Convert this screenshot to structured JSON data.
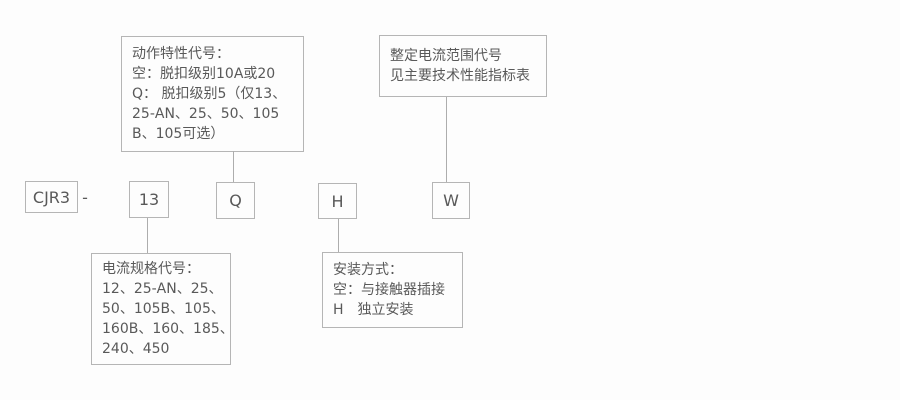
{
  "diagram": {
    "title_semantic": "CJR3 model designation diagram",
    "model_prefix": "CJR3",
    "separator": "-",
    "code_boxes": [
      {
        "id": "current-spec-code",
        "label": "13"
      },
      {
        "id": "action-char-code",
        "label": "Q"
      },
      {
        "id": "mounting-code",
        "label": "H"
      },
      {
        "id": "current-range-code",
        "label": "W"
      }
    ],
    "callouts": {
      "action_characteristic": {
        "lines": [
          "动作特性代号：",
          "空：脱扣级别10A或20",
          "Q： 脱扣级别5（仅13、",
          "25-AN、25、50、105",
          "B、105可选）"
        ]
      },
      "current_range": {
        "lines": [
          "整定电流范围代号",
          "见主要技术性能指标表"
        ]
      },
      "current_spec": {
        "lines": [
          "电流规格代号：",
          "12、25-AN、25、",
          "50、105B、105、",
          "160B、160、185、",
          "240、450"
        ]
      },
      "mounting": {
        "lines": [
          "安装方式：",
          "空：与接触器插接",
          "H　独立安装"
        ]
      }
    },
    "colors": {
      "background": "#fdfdfd",
      "border": "#b5b5b5",
      "line": "#adadad",
      "text": "#595959"
    }
  }
}
